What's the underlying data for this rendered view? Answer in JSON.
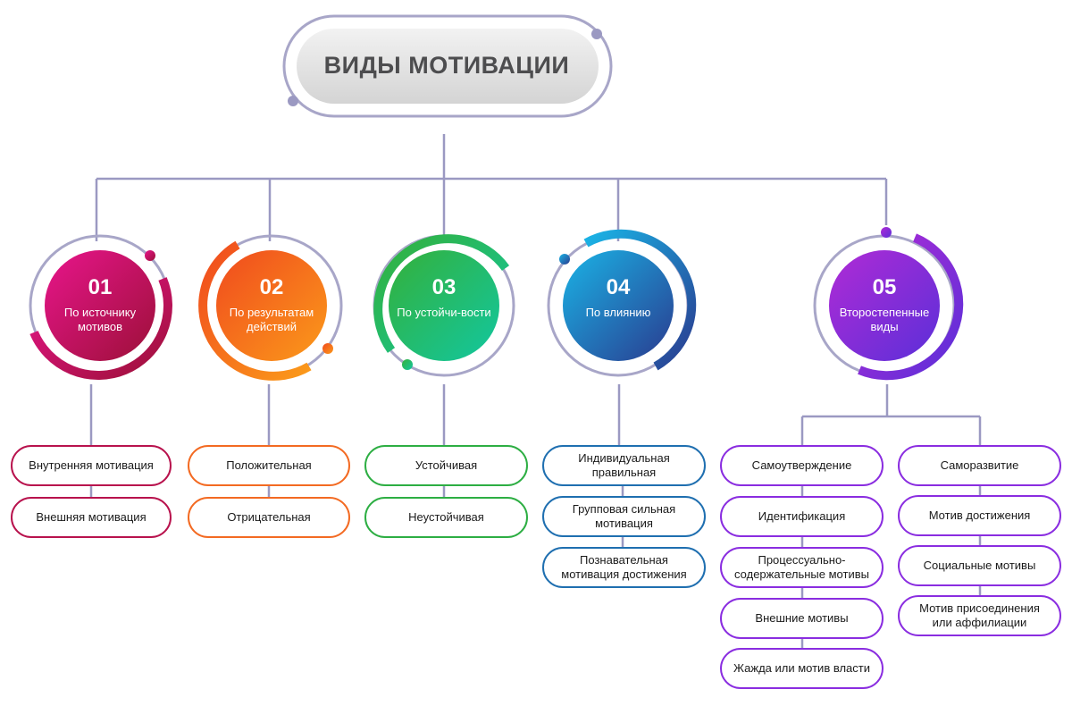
{
  "title": "ВИДЫ МОТИВАЦИИ",
  "colors": {
    "connector": "#9b99c2",
    "title_ring": "#a8a6c8",
    "title_fill_light": "#f2f2f2",
    "title_fill_dark": "#d4d4d4"
  },
  "categories": [
    {
      "number": "01",
      "label": "По источнику мотивов",
      "gradient": [
        "#e8158c",
        "#9c1038"
      ],
      "border_color": "#b8124d",
      "items": [
        "Внутренняя мотивация",
        "Внешняя мотивация"
      ]
    },
    {
      "number": "02",
      "label": "По результатам действий",
      "gradient": [
        "#f04a1e",
        "#fb9a1a"
      ],
      "border_color": "#f36a22",
      "items": [
        "Положительная",
        "Отрицательная"
      ]
    },
    {
      "number": "03",
      "label": "По устойчи-вости",
      "gradient": [
        "#34b03a",
        "#12c7a0"
      ],
      "border_color": "#2dae43",
      "items": [
        "Устойчивая",
        "Неустойчивая"
      ]
    },
    {
      "number": "04",
      "label": "По влиянию",
      "gradient": [
        "#1ab4e6",
        "#2a3b8f"
      ],
      "border_color": "#1f6fb0",
      "items": [
        "Индивидуальная правильная",
        "Групповая сильная мотивация",
        "Познавательная мотивация достижения"
      ]
    },
    {
      "number": "05",
      "label": "Второстепенные виды",
      "gradient": [
        "#b02bd6",
        "#5b2fd8"
      ],
      "border_color": "#8a2de0",
      "items_left": [
        "Самоутверждение",
        "Идентификация",
        "Процессуально-содержательные мотивы",
        "Внешние мотивы",
        "Жажда или мотив власти"
      ],
      "items_right": [
        "Саморазвитие",
        "Мотив достижения",
        "Социальные мотивы",
        "Мотив присоединения или аффилиации"
      ]
    }
  ]
}
